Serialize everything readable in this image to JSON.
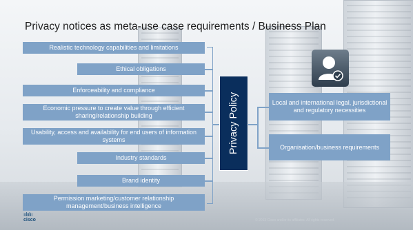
{
  "title": "Privacy notices as meta-use case requirements / Business Plan",
  "left_items": [
    "Realistic technology capabilities and limitations",
    "Ethical obligations",
    "Enforceability and compliance",
    "Economic pressure to create value through efficient sharing/relationship building",
    "Usability, access and availability for end users of information systems",
    "Industry standards",
    "Brand identity",
    "Permission marketing/customer relationship management/business intelligence"
  ],
  "center_label": "Privacy Policy",
  "right_items": [
    "Local and international legal, jurisdictional and regulatory necessities",
    "Organisation/business requirements"
  ],
  "logo_text": "cisco",
  "footer_text": "© 2013 Cisco and/or its affiliates. All rights reserved.",
  "colors": {
    "box": "#7fa2c7",
    "policy": "#0a2e5c",
    "title": "#1d1d1d"
  },
  "icons": {
    "person": "user-check-icon"
  }
}
